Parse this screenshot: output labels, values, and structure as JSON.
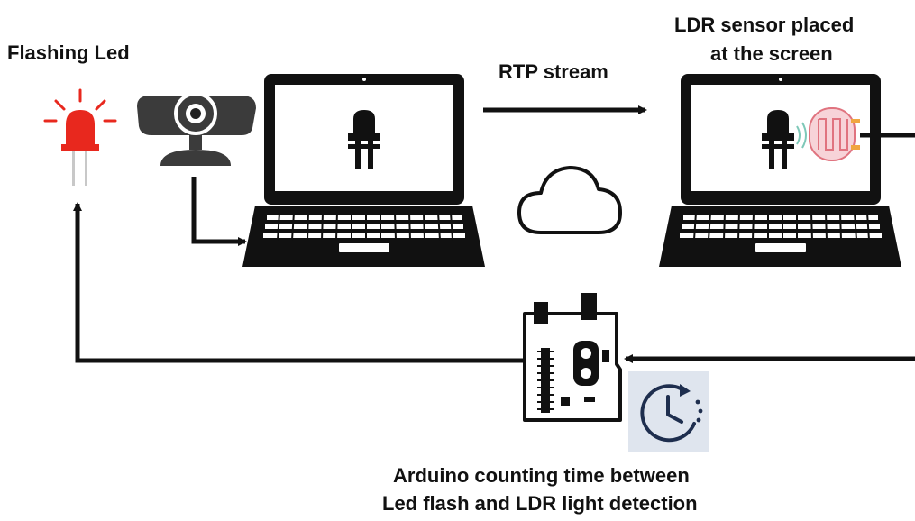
{
  "labels": {
    "flashing_led": "Flashing Led",
    "rtp_stream": "RTP stream",
    "ldr_line1": "LDR sensor placed",
    "ldr_line2": "at the screen",
    "arduino_line1": "Arduino counting time between",
    "arduino_line2": "Led flash and LDR light detection"
  },
  "icons": {
    "led": "flashing-led-icon",
    "webcam": "webcam-icon",
    "laptop_sender": "laptop-icon",
    "laptop_receiver": "laptop-icon",
    "cloud": "cloud-icon",
    "ldr": "ldr-sensor-icon",
    "arduino": "arduino-board-icon",
    "timer": "timer-clock-icon"
  },
  "colors": {
    "ink": "#111111",
    "led_red": "#e8281e",
    "ldr_fill": "#f7d3d8",
    "ldr_stroke": "#e0737f",
    "ldr_pins": "#f0a640",
    "ldr_wave": "#7ec8b8",
    "timer_bg": "#dfe5ee",
    "timer_ink": "#1e2e4e"
  }
}
